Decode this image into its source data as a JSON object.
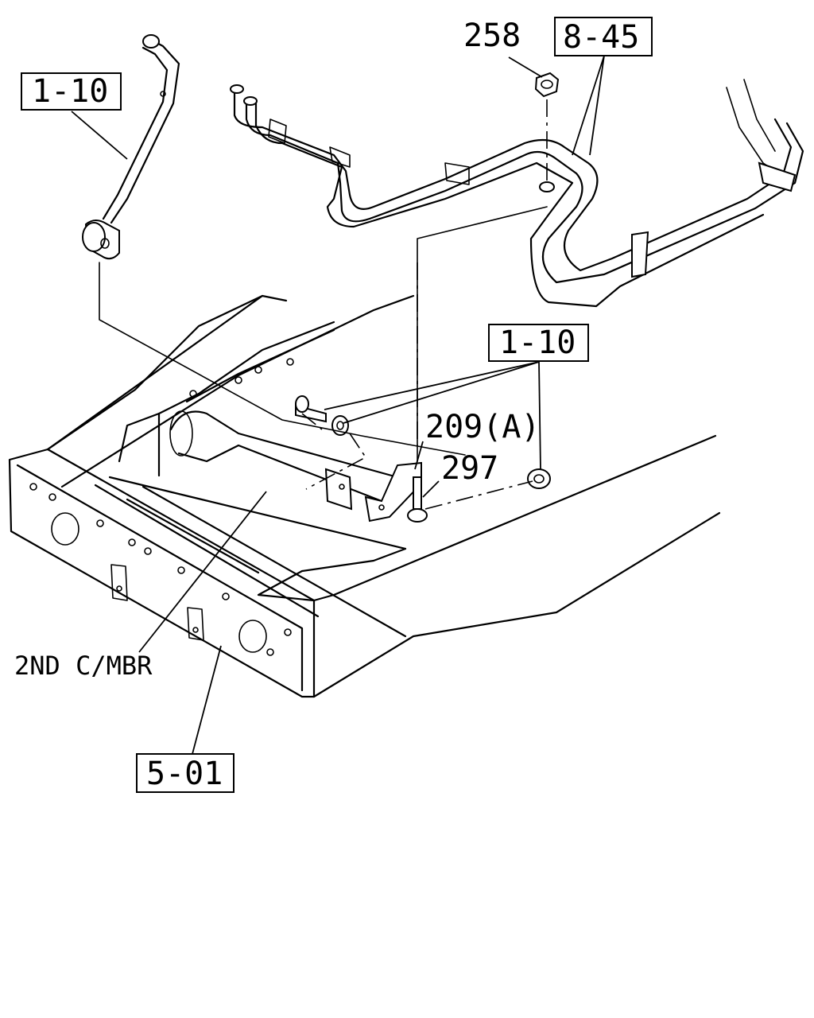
{
  "labels": {
    "ref_1_10_top": "1-10",
    "ref_8_45": "8-45",
    "part_258": "258",
    "ref_1_10_mid": "1-10",
    "part_209a": "209(A)",
    "part_297": "297",
    "second_crossmember": "2ND C/MBR",
    "ref_5_01": "5-01"
  }
}
